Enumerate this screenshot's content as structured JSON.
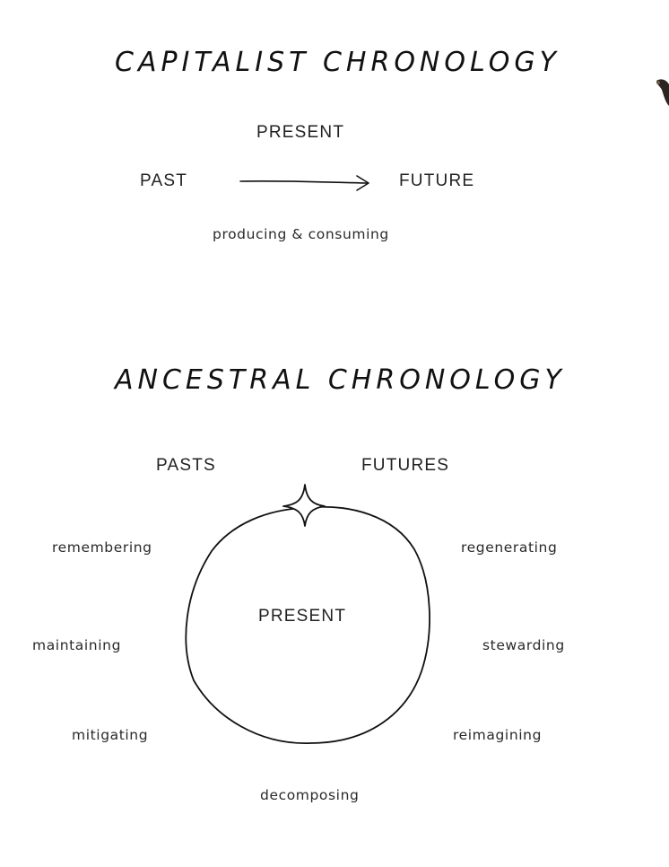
{
  "capitalist": {
    "title": "CAPITALIST CHRONOLOGY",
    "present": "PRESENT",
    "past": "PAST",
    "future": "FUTURE",
    "caption": "producing & consuming"
  },
  "ancestral": {
    "title": "ANCESTRAL CHRONOLOGY",
    "pasts": "PASTS",
    "futures": "FUTURES",
    "present": "PRESENT",
    "left_items": [
      "remembering",
      "maintaining",
      "mitigating"
    ],
    "right_items": [
      "regenerating",
      "stewarding",
      "reimagining"
    ],
    "bottom_item": "decomposing"
  },
  "icons": {
    "arrow": "arrow-right-icon",
    "circle": "hand-drawn-circle-icon",
    "sparkle": "four-point-star-icon"
  },
  "colors": {
    "ink": "#111111",
    "background": "#ffffff"
  }
}
